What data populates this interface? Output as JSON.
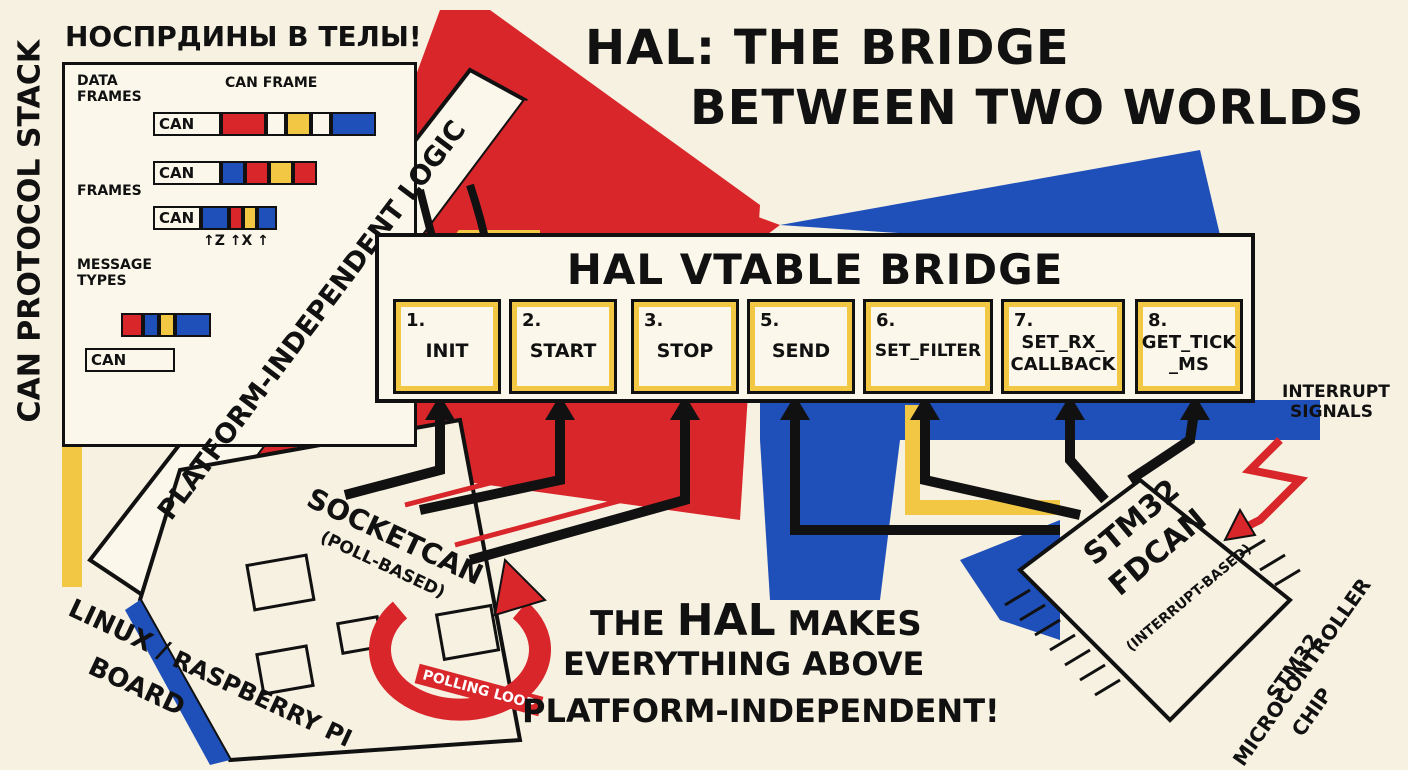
{
  "title": {
    "line1": "HAL: THE BRIDGE",
    "line2": "BETWEEN TWO WORLDS"
  },
  "top_left_note": "НОСПРДИНЫ В ТЕЛЫ!",
  "can_stack": {
    "vertical_label": "CAN PROTOCOL STACK",
    "data_frames": "DATA\nFRAMES",
    "can_frame": "CAN FRAME",
    "frames": "FRAMES",
    "message_types": "MESSAGE\nTYPES",
    "can": "CAN",
    "bit_labels": "↑Z ↑X ↑"
  },
  "diagonal_banner": "PLATFORM-INDEPENDENT LOGIC",
  "hal": {
    "title": "HAL VTABLE BRIDGE",
    "functions": [
      {
        "num": "1.",
        "name": "INIT"
      },
      {
        "num": "2.",
        "name": "START"
      },
      {
        "num": "3.",
        "name": "STOP"
      },
      {
        "num": "5.",
        "name": "SEND"
      },
      {
        "num": "6.",
        "name": "SET_FILTER"
      },
      {
        "num": "7.",
        "name": "SET_RX_\nCALLBACK"
      },
      {
        "num": "8.",
        "name": "GET_TICK\n_MS"
      }
    ]
  },
  "socketcan": {
    "name": "SOCKETCAN",
    "mode": "(POLL-BASED)"
  },
  "polling_loop": "POLLING LOOP",
  "linux_board": {
    "line1": "LINUX /",
    "line2": "RASPBERRY PI",
    "line3": "BOARD"
  },
  "stm32": {
    "name1": "STM32",
    "name2": "FDCAN",
    "mode": "(INTERRUPT-BASED)",
    "chip_line1": "STM32",
    "chip_line2": "MICROCONTROLLER",
    "chip_line3": "CHIP"
  },
  "interrupt": {
    "line1": "INTERRUPT",
    "line2": "SIGNALS"
  },
  "tagline": {
    "pre": "THE ",
    "hal": "HAL",
    "post": " MAKES",
    "line2": "EVERYTHING ABOVE",
    "line3": "PLATFORM-INDEPENDENT!"
  },
  "colors": {
    "red": "#d8262b",
    "blue": "#1f4fb8",
    "yellow": "#f2c744",
    "ink": "#111111",
    "paper": "#f7f1e1"
  }
}
